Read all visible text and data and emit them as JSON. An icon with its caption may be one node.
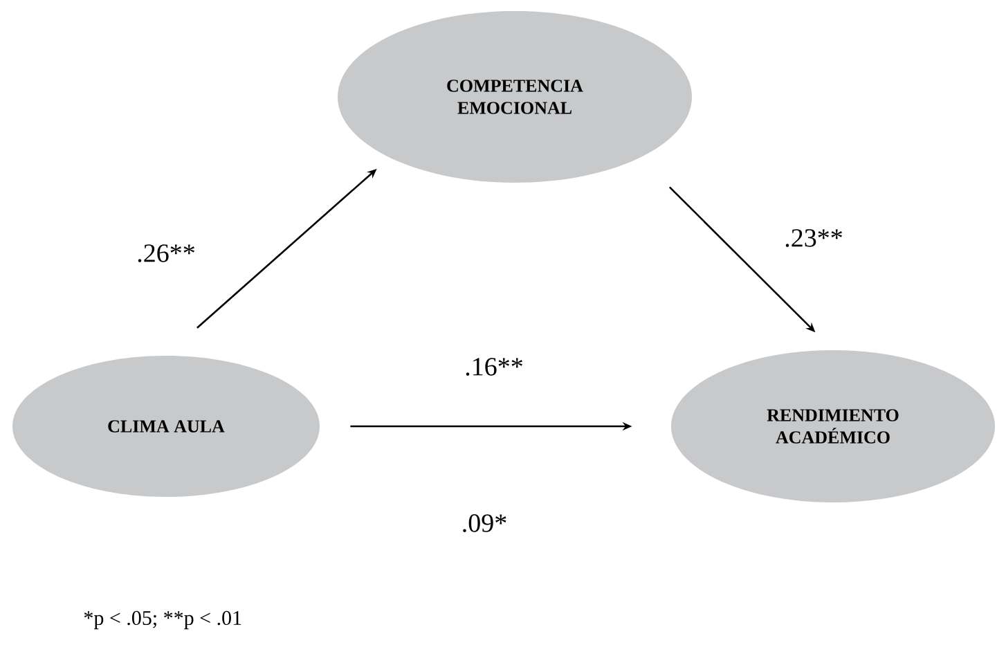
{
  "diagram": {
    "nodes": [
      {
        "text": [
          "COMPETENCIA EMOCIONAL"
        ]
      },
      {
        "text": [
          "CLIMA AULA"
        ]
      },
      {
        "text": [
          "RENDIMIENTO ACADÉMICO"
        ]
      }
    ],
    "edges": [
      {
        "from": 1,
        "to": 0,
        "arrow": "to",
        "label": ".26**"
      },
      {
        "from": 0,
        "to": 2,
        "arrow": "to",
        "label": ".23**"
      },
      {
        "from": 1,
        "to": 2,
        "arrow": "to",
        "label": ".16**"
      }
    ],
    "labels": [
      ".09*",
      "*p < .05; **p < .01"
    ]
  }
}
